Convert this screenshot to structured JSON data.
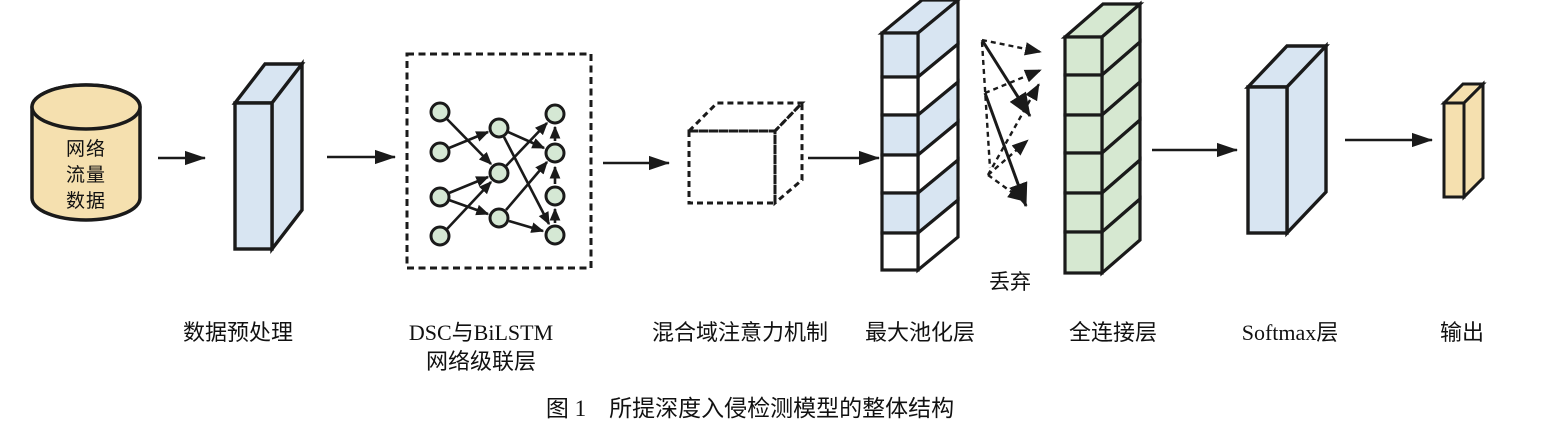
{
  "figure": {
    "caption": "图 1　所提深度入侵检测模型的整体结构"
  },
  "flow_order": [
    "database",
    "preprocess",
    "dsc_bilstm",
    "attention",
    "maxpool",
    "dropout",
    "fc",
    "softmax",
    "output"
  ],
  "nodes": {
    "database": {
      "label": "网络\n流量\n数据",
      "shape": "cylinder"
    },
    "preprocess": {
      "label": "数据预处理",
      "shape": "3d-slab"
    },
    "dsc_bilstm": {
      "label": "DSC与BiLSTM\n网络级联层",
      "shape": "dashed-box-neural-network"
    },
    "attention": {
      "label": "混合域注意力机制",
      "shape": "dashed-cube"
    },
    "maxpool": {
      "label": "最大池化层",
      "shape": "3d-stack",
      "cells": 6,
      "cell_pattern": [
        "blue",
        "white",
        "blue",
        "white",
        "blue",
        "white"
      ]
    },
    "dropout": {
      "label": "丢弃",
      "style": "crossing solid and dashed arrows"
    },
    "fc": {
      "label": "全连接层",
      "shape": "3d-stack",
      "cells": 6,
      "cell_pattern": [
        "green",
        "green",
        "green",
        "green",
        "green",
        "green"
      ]
    },
    "softmax": {
      "label": "Softmax层",
      "shape": "3d-slab"
    },
    "output": {
      "label": "输出",
      "shape": "3d-slab"
    }
  },
  "network_sketch": {
    "left_nodes": 4,
    "middle_nodes": 3,
    "right_nodes": 4
  },
  "colors": {
    "blue": "#D8E5F2",
    "green": "#D6E8D1",
    "tan": "#F5E0AF",
    "node_green": "#D5E8D4",
    "white": "#FFFFFF",
    "stroke": "#1A1A1A",
    "background": "#FFFFFF"
  }
}
